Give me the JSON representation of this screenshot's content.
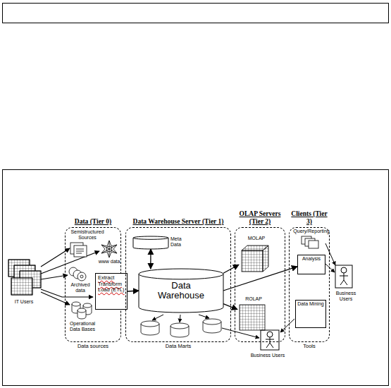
{
  "diagram": {
    "nodes": [
      {
        "text": [
          "Data (Tier 0)",
          "Data sources"
        ]
      },
      {
        "text": [
          "Data Warehouse Server (Tier 1)",
          "Data Marts"
        ]
      },
      {
        "text": [
          "OLAP Servers (Tier 2)"
        ]
      },
      {
        "text": [
          "Clients (Tier 3)",
          "Tools"
        ]
      },
      {
        "text": [
          "Extract Transform Load (ETL)"
        ],
        "in": 0
      },
      {
        "text": [
          "Meta Data"
        ],
        "in": 1
      },
      {
        "text": [
          "Data Warehouse"
        ],
        "in": 1
      },
      {
        "text": [
          "MOLAP"
        ],
        "in": 2
      },
      {
        "text": [
          "ROLAP"
        ],
        "in": 2
      },
      {
        "text": [
          "Query/Reporting"
        ],
        "in": 3
      },
      {
        "text": [
          "Analysis"
        ],
        "in": 3
      },
      {
        "text": [
          "Data Mining"
        ],
        "in": 3
      }
    ],
    "edges": [
      {
        "from": 4,
        "to": 6,
        "arrow": "to"
      },
      {
        "from": 5,
        "to": 6,
        "arrow": "both"
      },
      {
        "from": 6,
        "to": 7,
        "arrow": "to"
      },
      {
        "from": 6,
        "to": 8,
        "arrow": "to"
      },
      {
        "from": 6,
        "to": 10,
        "arrow": "to"
      }
    ],
    "labels": [
      "Semistructured Sources",
      "www data",
      "Archived data",
      "Operational Data Bases",
      "IT Users",
      "Business Users",
      "Business Users"
    ]
  }
}
